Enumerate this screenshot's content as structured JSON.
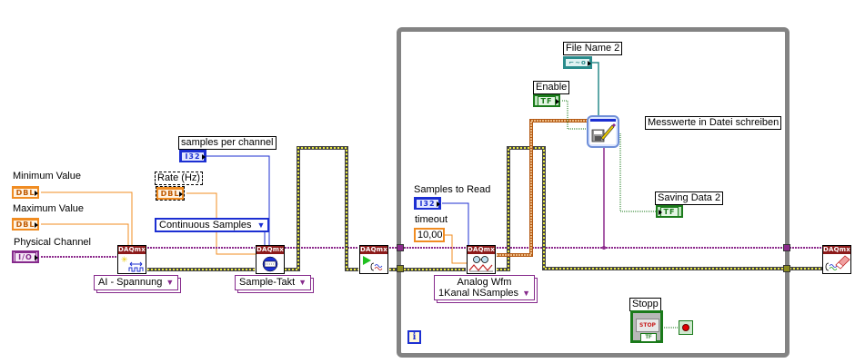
{
  "diagram": {
    "type": "LabVIEW block diagram",
    "controls": {
      "minimum_value": {
        "label": "Minimum Value",
        "type_badge": "DBL"
      },
      "maximum_value": {
        "label": "Maximum Value",
        "type_badge": "DBL"
      },
      "physical_channel": {
        "label": "Physical Channel",
        "type_badge": "I/O"
      },
      "rate_hz": {
        "label": "Rate (Hz)",
        "type_badge": "DBL"
      },
      "samples_per_channel": {
        "label": "samples per channel",
        "type_badge": "I32"
      },
      "continuous_samples": {
        "value": "Continuous Samples",
        "dropdown": "▼"
      },
      "samples_to_read": {
        "label": "Samples to Read",
        "type_badge": "I32"
      },
      "timeout": {
        "label": "timeout",
        "value": "10,00"
      },
      "file_name": {
        "label": "File Name 2",
        "type_badge": "⌐~o"
      },
      "enable": {
        "label": "Enable",
        "type_badge": "TF"
      },
      "stop": {
        "label": "Stopp",
        "button_text": "STOP",
        "type_badge": "TF"
      }
    },
    "indicators": {
      "saving_data": {
        "label": "Saving Data 2",
        "type_badge": "TF"
      }
    },
    "polymorphic_selectors": {
      "create_channel": {
        "value": "AI - Spannung",
        "dropdown": "▼"
      },
      "timing": {
        "value": "Sample-Takt",
        "dropdown": "▼"
      },
      "read": {
        "line1": "Analog Wfm",
        "line2": "1Kanal NSamples",
        "dropdown": "▼"
      }
    },
    "nodes": {
      "create_channel": {
        "header": "DAQmx",
        "function": "Create Channel"
      },
      "timing": {
        "header": "DAQmx",
        "function": "Timing"
      },
      "start_task": {
        "header": "DAQmx",
        "function": "Start Task"
      },
      "read": {
        "header": "DAQmx",
        "function": "Read"
      },
      "clear_task": {
        "header": "DAQmx",
        "function": "Clear Task"
      },
      "write_measurement_file": {
        "function": "Write To Measurement File"
      }
    },
    "comments": {
      "write_comment": "Messwerte in Datei schreiben"
    },
    "while_loop": {
      "iteration_terminal": "i",
      "border_color": "#838383"
    },
    "wire_colors": {
      "task_wire": "#8c2a8c",
      "error_wire": "#c8c800",
      "dbl_wire": "#f08c22",
      "i32_wire": "#1c2fd2",
      "waveform_wire": "#b45a14",
      "bool_wire": "#1a7a1a",
      "path_wire": "#2a8c8c"
    }
  }
}
